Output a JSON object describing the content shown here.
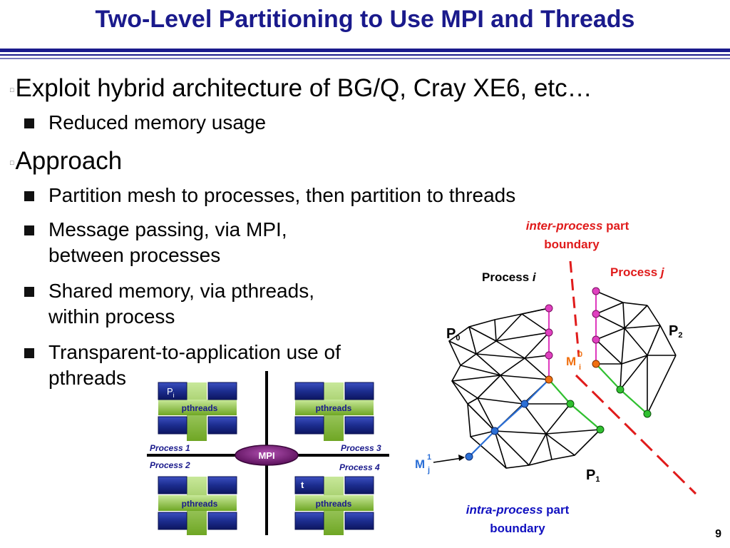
{
  "slide": {
    "title": "Two-Level Partitioning to Use MPI and Threads",
    "page_number": "9"
  },
  "bullets": {
    "b1": "Exploit hybrid architecture of BG/Q, Cray XE6, etc…",
    "b1_1": "Reduced memory usage",
    "b2": "Approach",
    "b2_1": "Partition mesh to processes, then partition to threads",
    "b2_2a": "Message passing, via MPI,",
    "b2_2b": "between processes",
    "b2_3a": "Shared memory, via pthreads,",
    "b2_3b": "within process",
    "b2_4a": "Transparent-to-application use of",
    "b2_4b": "pthreads"
  },
  "mpi_diagram": {
    "center_label": "MPI",
    "thread_label": "pthreads",
    "pi_label": "P",
    "pi_sub": "i",
    "t_label": "t",
    "process1": "Process 1",
    "process2": "Process 2",
    "process3": "Process 3",
    "process4": "Process 4",
    "colors": {
      "core": "#1c2d8f",
      "bar": "#8fc23a",
      "mpi": "#7a1a7a"
    }
  },
  "mesh_diagram": {
    "inter_label_italic": "inter-process",
    "inter_label_rest": " part",
    "inter_label_line2": "boundary",
    "process_i": "Process ",
    "process_i_var": "i",
    "process_j": "Process ",
    "process_j_var": "j",
    "p0": "P",
    "p0_sub": "0",
    "p1": "P",
    "p1_sub": "1",
    "p2": "P",
    "p2_sub": "2",
    "mi0": "M",
    "mi0_sup": "0",
    "mi0_sub": "i",
    "mj1": "M",
    "mj1_sup": "1",
    "mj1_sub": "j",
    "intra_label_italic": "intra-process",
    "intra_label_rest": " part",
    "intra_label_line2": "boundary",
    "colors": {
      "inter": "#e01b1b",
      "intra": "#1010c0",
      "magenta": "#e040c0",
      "green": "#30c030",
      "blue": "#2b6fd6",
      "orange": "#f07010"
    }
  }
}
